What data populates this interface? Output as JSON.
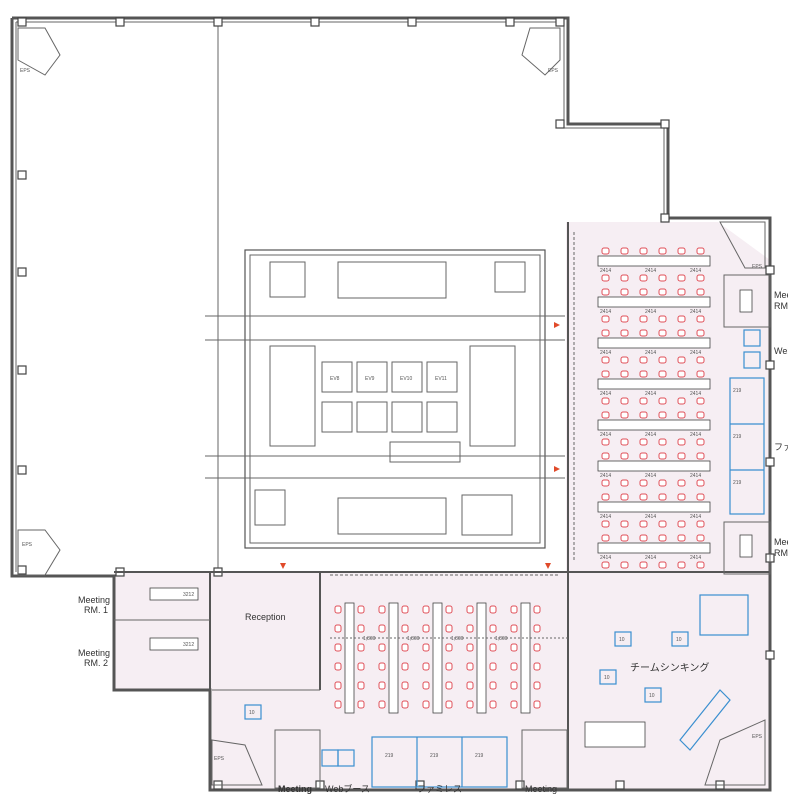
{
  "plan": {
    "labels": {
      "meeting_rm1_a": "Meeting",
      "meeting_rm1_b": "RM. 1",
      "meeting_rm2_a": "Meeting",
      "meeting_rm2_b": "RM. 2",
      "reception": "Reception",
      "team_thinking": "チームシンキング",
      "bottom_meeting_left": "Meeting",
      "bottom_web_booth": "Webブース",
      "bottom_famires": "ファミレス",
      "bottom_meeting_right": "Meeting",
      "right_meeting_top_a": "Mee",
      "right_meeting_top_b": "RM.",
      "right_web": "Web",
      "right_famires": "ファミ",
      "right_meeting_bottom_a": "Mee",
      "right_meeting_bottom_b": "RM."
    },
    "elevators": [
      "EV8",
      "EV9",
      "EV10",
      "EV11"
    ],
    "eps_label": "EPS",
    "desk_code": "2414",
    "dimension": "1,800",
    "booth_code": "219",
    "meeting_table_code": "3212",
    "colors": {
      "office_area": "#f6eef3",
      "chair": "#e0505a",
      "furniture_blue": "#3a8fd0",
      "marker": "#e04a2a"
    }
  }
}
